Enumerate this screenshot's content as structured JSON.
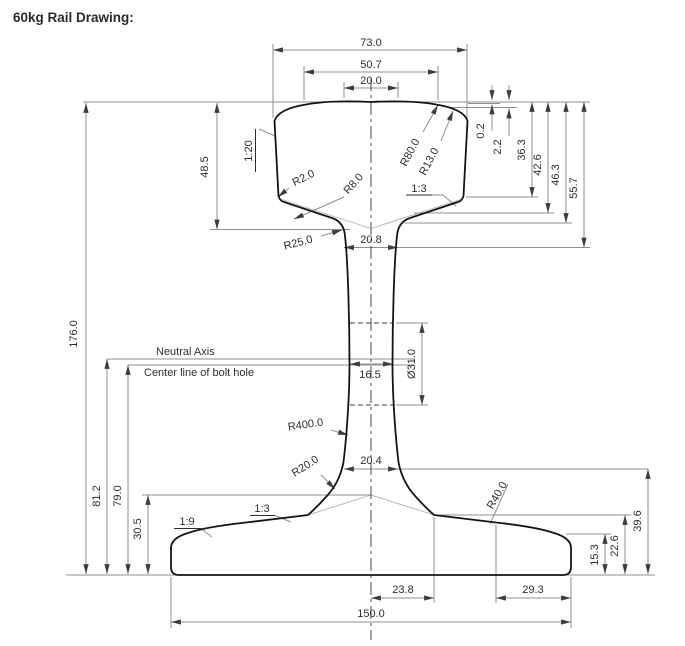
{
  "title": "60kg Rail Drawing:",
  "labels": {
    "neutral_axis": "Neutral Axis",
    "bolt_center": "Center line of bolt hole"
  },
  "dims": {
    "w73": "73.0",
    "w50_7": "50.7",
    "w20": "20.0",
    "d0_2": "0.2",
    "d2_2": "2.2",
    "d36_3": "36.3",
    "d42_6": "42.6",
    "d46_3": "46.3",
    "d55_7": "55.7",
    "h48_5": "48.5",
    "slope1_20": "1:20",
    "r2": "R2.0",
    "r80": "R80.0",
    "r13": "R13.0",
    "slope1_3_head": "1:3",
    "r8": "R8.0",
    "r25": "R25.0",
    "w20_8": "20.8",
    "h176": "176.0",
    "w16_5": "16.5",
    "dia31": "Ø31.0",
    "r400": "R400.0",
    "r20": "R20.0",
    "w20_4": "20.4",
    "h81_2": "81.2",
    "h79": "79.0",
    "h30_5": "30.5",
    "slope1_9": "1:9",
    "slope1_3_foot": "1:3",
    "r40": "R40.0",
    "h39_6": "39.6",
    "h22_6": "22.6",
    "h15_3": "15.3",
    "w23_8": "23.8",
    "w29_3": "29.3",
    "w150": "150.0"
  }
}
